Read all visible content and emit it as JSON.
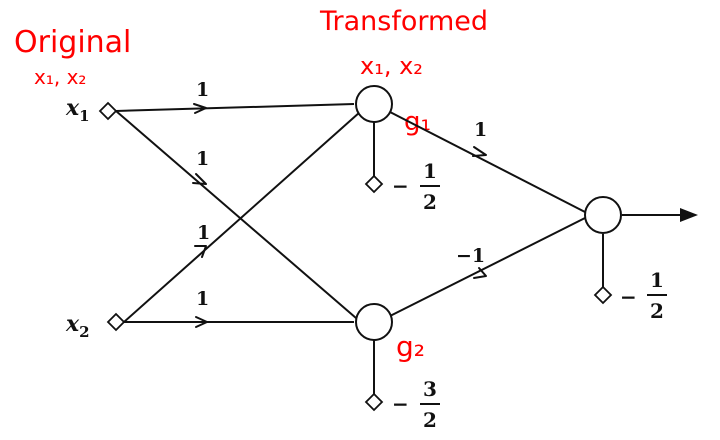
{
  "annotations": {
    "original_title": "Original",
    "original_sub": "x₁, x₂",
    "transformed_title": "Transformed",
    "transformed_sub": "x₁, x₂",
    "g1": "g₁",
    "g2": "g₂"
  },
  "inputs": {
    "x1": {
      "var": "x",
      "sub": "1"
    },
    "x2": {
      "var": "x",
      "sub": "2"
    }
  },
  "weights": {
    "x1_to_h1": "1",
    "x1_to_h2": "1",
    "x2_to_h1": "1",
    "x2_to_h2": "1",
    "h1_to_out": "1",
    "h2_to_out": "−1"
  },
  "biases": {
    "h1": {
      "sign": "−",
      "num": "1",
      "den": "2"
    },
    "h2": {
      "sign": "−",
      "num": "3",
      "den": "2"
    },
    "out": {
      "sign": "−",
      "num": "1",
      "den": "2"
    }
  }
}
